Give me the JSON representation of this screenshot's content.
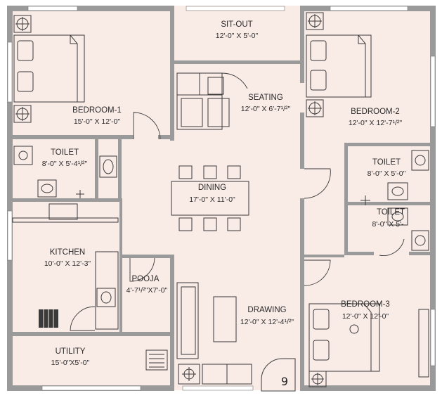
{
  "colors": {
    "floor": "#f9ebe6",
    "wall": "#9a9a9a",
    "line": "#3a3a3a",
    "window": "#ffffff"
  },
  "rooms": {
    "sitout": {
      "name": "SIT-OUT",
      "dims": "12'-0\" X 5'-0\""
    },
    "seating": {
      "name": "SEATING",
      "dims": "12'-0\" X 6'-7¹/²\""
    },
    "bedroom1": {
      "name": "BEDROOM-1",
      "dims": "15'-0\" X 12'-0\""
    },
    "bedroom2": {
      "name": "BEDROOM-2",
      "dims": "12'-0\" X 12'-7¹/²\""
    },
    "toilet1": {
      "name": "TOILET",
      "dims": "8'-0\" X 5'-4¹/²\""
    },
    "toilet2": {
      "name": "TOILET",
      "dims": "8'-0\" X 5'-0\""
    },
    "toilet3": {
      "name": "TOILET",
      "dims": "8'-0\" X 5'-"
    },
    "dining": {
      "name": "DINING",
      "dims": "17'-0\" X 11'-0\""
    },
    "kitchen": {
      "name": "KITCHEN",
      "dims": "10'-0\" X 12'-3\""
    },
    "pooja": {
      "name": "POOJA",
      "dims": "4'-7¹/²\"X7'-0\""
    },
    "drawing": {
      "name": "DRAWING",
      "dims": "12'-0\" X 12'-4¹/²\""
    },
    "bedroom3": {
      "name": "BEDROOM-3",
      "dims": "12'-0\" X 12'-0\""
    },
    "utility": {
      "name": "UTILITY",
      "dims": "15'-0\"X5'-0\""
    }
  },
  "unit_badge": "9"
}
